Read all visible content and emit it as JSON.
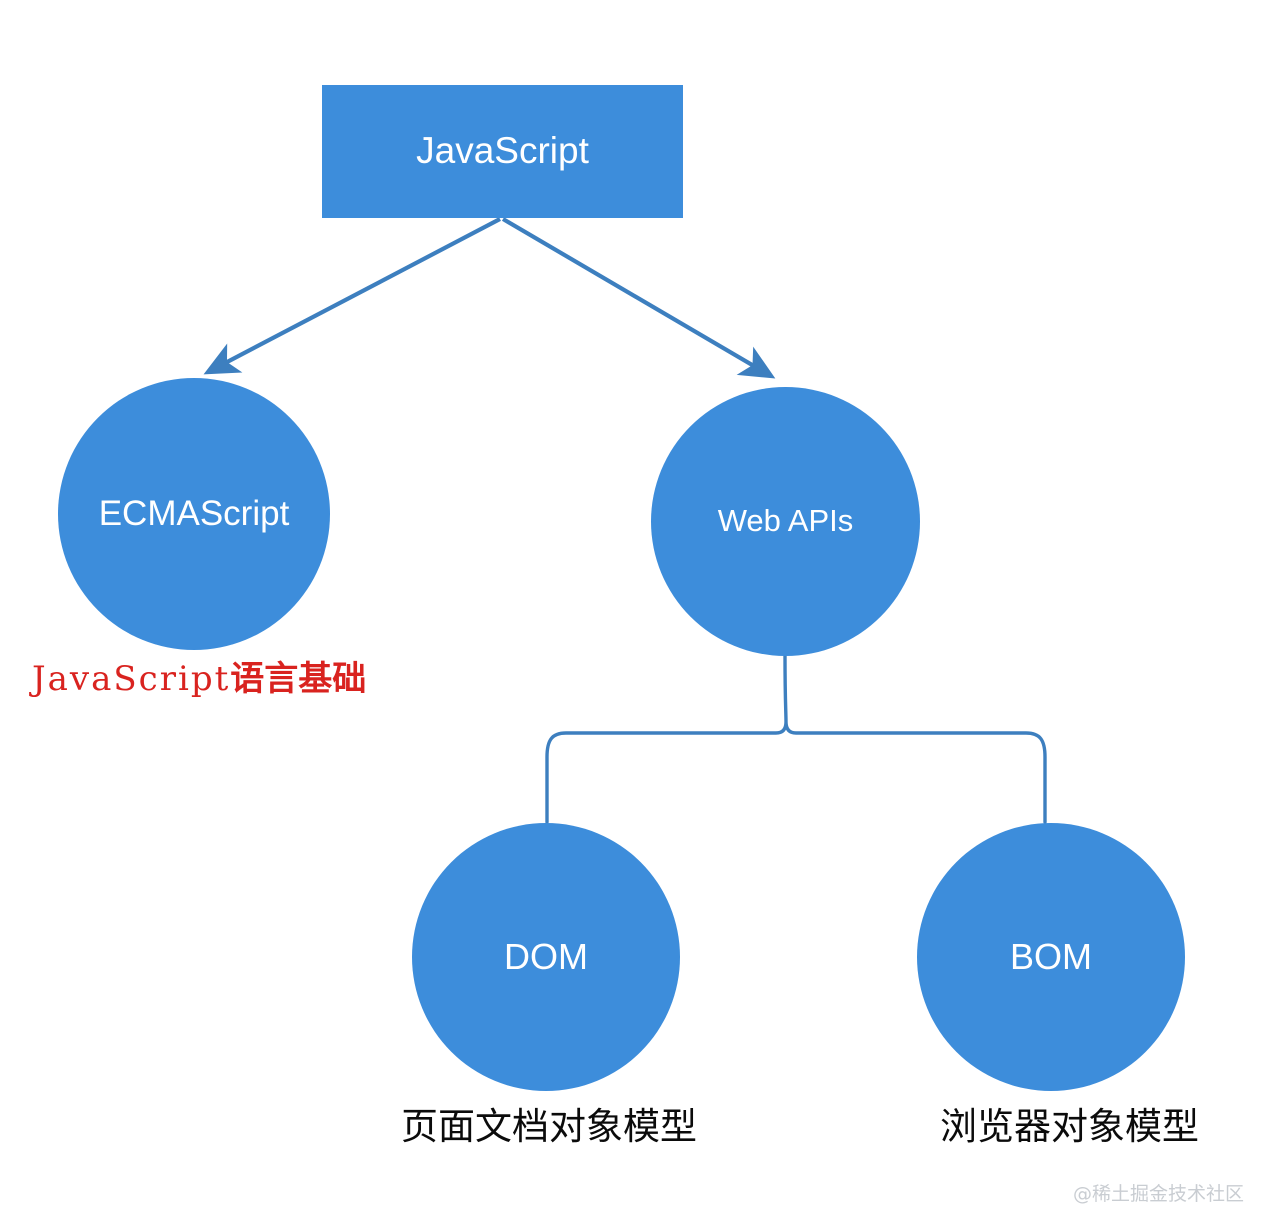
{
  "diagram": {
    "title": "JavaScript composition diagram",
    "accent_color": "#3d8ddb",
    "edge_color": "#3d7fbf",
    "caption_color": "#0b0b0b",
    "highlight_color": "#d9231f",
    "watermark_color": "#c9cdd2"
  },
  "nodes": {
    "javascript": {
      "label": "JavaScript",
      "shape": "rect"
    },
    "ecmascript": {
      "label": "ECMAScript",
      "shape": "circle"
    },
    "webapis": {
      "label": "Web APIs",
      "shape": "circle"
    },
    "dom": {
      "label": "DOM",
      "shape": "circle"
    },
    "bom": {
      "label": "BOM",
      "shape": "circle"
    }
  },
  "captions": {
    "ecmascript_note_latin": "JavaScript",
    "ecmascript_note_han": "语言基础",
    "dom_note": "页面文档对象模型",
    "bom_note": "浏览器对象模型"
  },
  "watermark": {
    "text": "@稀土掘金技术社区"
  }
}
